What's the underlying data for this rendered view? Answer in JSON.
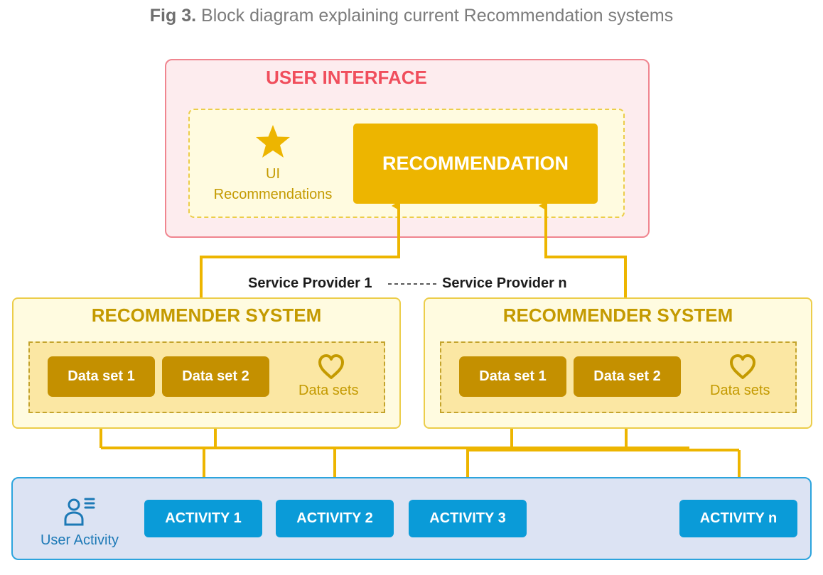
{
  "caption": {
    "prefix": "Fig 3.",
    "text": " Block diagram explaining current Recommendation systems"
  },
  "user_interface": {
    "title": "USER INTERFACE",
    "icon": "star-icon",
    "ui_label_line1": "UI",
    "ui_label_line2": "Recommendations",
    "recommendation_label": "RECOMMENDATION"
  },
  "service_providers": {
    "first": "Service Provider 1",
    "last": "Service Provider n"
  },
  "recommender_systems": [
    {
      "title": "RECOMMENDER SYSTEM",
      "datasets": [
        "Data set 1",
        "Data set 2"
      ],
      "icon": "heart-icon",
      "icon_label": "Data sets"
    },
    {
      "title": "RECOMMENDER SYSTEM",
      "datasets": [
        "Data set 1",
        "Data set 2"
      ],
      "icon": "heart-icon",
      "icon_label": "Data sets"
    }
  ],
  "user_activity": {
    "icon": "user-list-icon",
    "label": "User Activity",
    "activities": [
      "ACTIVITY 1",
      "ACTIVITY 2",
      "ACTIVITY 3",
      "ACTIVITY n"
    ]
  },
  "colors": {
    "ui_accent": "#f04e5c",
    "recommendation": "#edb500",
    "recommender_text": "#c49a00",
    "dataset_button": "#c49000",
    "activity_button": "#0a9bd8",
    "connector": "#edb500"
  }
}
